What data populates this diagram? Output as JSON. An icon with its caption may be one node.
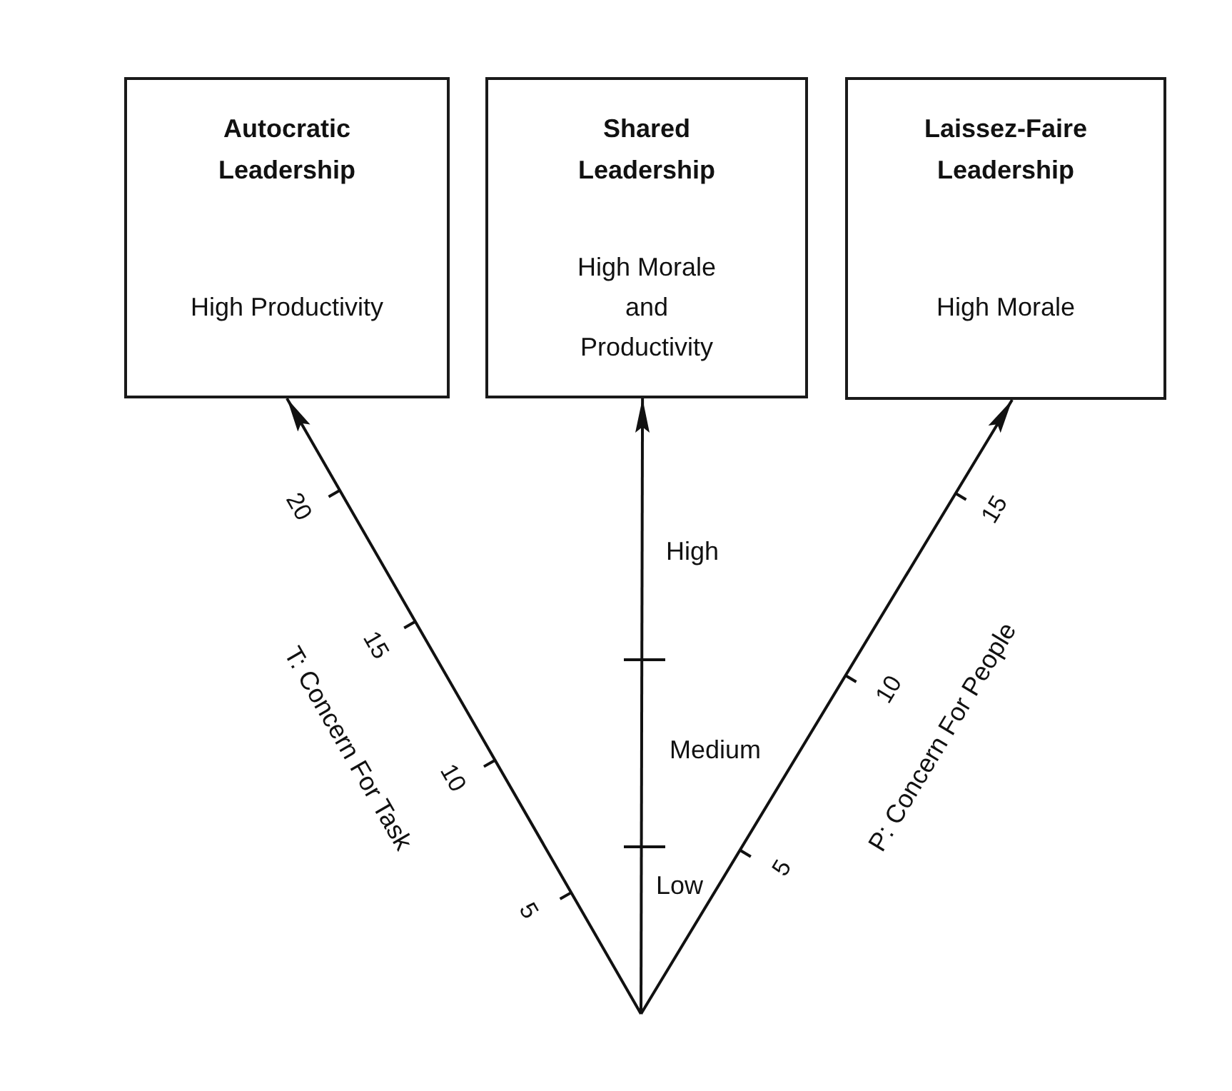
{
  "diagram": {
    "nodes": [
      {
        "text": [
          "Autocratic Leadership",
          "High Productivity"
        ]
      },
      {
        "text": [
          "Shared Leadership",
          "High Morale and Productivity"
        ]
      },
      {
        "text": [
          "Laissez-Faire Leadership",
          "High Morale"
        ]
      }
    ],
    "edges": [
      {
        "from": null,
        "to": 0,
        "arrow": "to"
      },
      {
        "from": null,
        "to": 1,
        "arrow": "to"
      },
      {
        "from": null,
        "to": 2,
        "arrow": "to"
      }
    ],
    "labels": [
      "20",
      "15",
      "10",
      "5",
      "T: Concern For Task",
      "High",
      "Medium",
      "Low",
      "15",
      "10",
      "5",
      "P: Concern For People"
    ]
  }
}
